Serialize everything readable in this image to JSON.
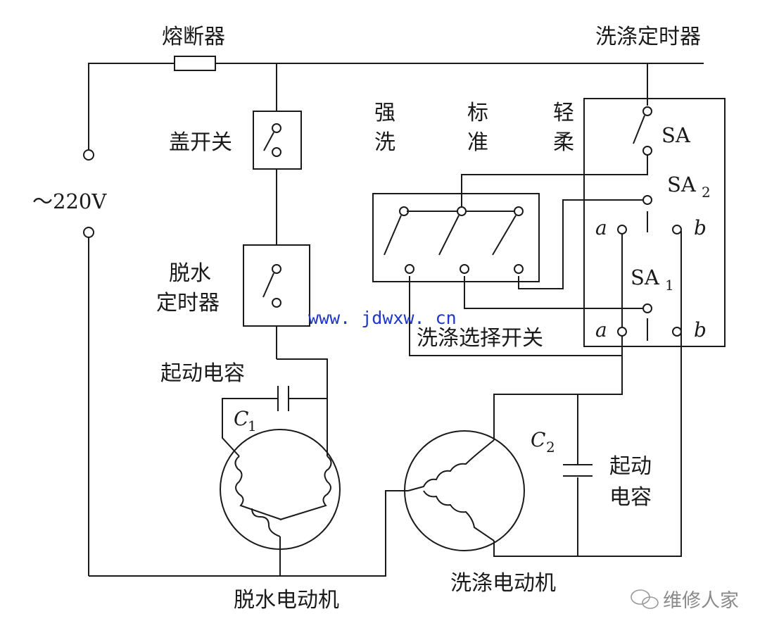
{
  "labels": {
    "fuse": "熔断器",
    "wash_timer": "洗涤定时器",
    "lid_switch": "盖开关",
    "supply": "～220V",
    "spin_timer_line1": "脱水",
    "spin_timer_line2": "定时器",
    "mode_strong_1": "强",
    "mode_strong_2": "洗",
    "mode_standard_1": "标",
    "mode_standard_2": "准",
    "mode_gentle_1": "轻",
    "mode_gentle_2": "柔",
    "sa": "SA",
    "sa2_main": "SA",
    "sa2_sub": "2",
    "sa1_main": "SA",
    "sa1_sub": "1",
    "contact_a_top": "a",
    "contact_b_top": "b",
    "contact_a_bottom": "a",
    "contact_b_bottom": "b",
    "website": "www. jdwxw. cn",
    "wash_select_switch": "洗涤选择开关",
    "start_cap_1": "起动电容",
    "c1_main": "C",
    "c1_sub": "1",
    "c2_main": "C",
    "c2_sub": "2",
    "start_cap_2_line1": "起动",
    "start_cap_2_line2": "电容",
    "spin_motor": "脱水电动机",
    "wash_motor": "洗涤电动机",
    "watermark": "维修人家"
  }
}
